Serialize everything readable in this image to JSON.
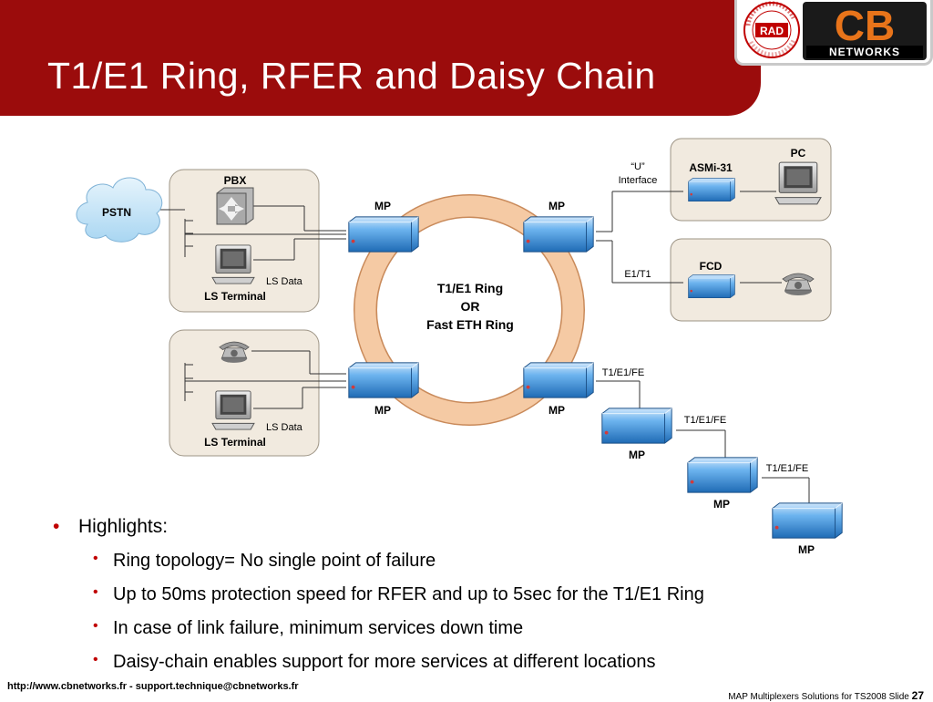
{
  "slide": {
    "title": "T1/E1 Ring, RFER and Daisy Chain",
    "number": "27",
    "slide_label": "Slide",
    "footer_left": "http://www.cbnetworks.fr - support.technique@cbnetworks.fr",
    "footer_right": "MAP Multiplexers Solutions for TS2008"
  },
  "logo": {
    "rad": "RAD",
    "cb": "CB",
    "networks": "NETWORKS",
    "seal_text": "Authorized Distributor"
  },
  "diagram": {
    "pstn": "PSTN",
    "pbx": "PBX",
    "ls_data_1": "LS Data",
    "ls_terminal_1": "LS Terminal",
    "ls_data_2": "LS Data",
    "ls_terminal_2": "LS Terminal",
    "mp_top_left": "MP",
    "mp_top_right": "MP",
    "mp_bottom_left": "MP",
    "mp_bottom_right": "MP",
    "ring_line1": "T1/E1 Ring",
    "ring_line2": "OR",
    "ring_line3": "Fast ETH Ring",
    "u_interface_line1": "“U”",
    "u_interface_line2": "Interface",
    "asmi": "ASMi-31",
    "pc": "PC",
    "fcd": "FCD",
    "e1t1": "E1/T1",
    "link1": "T1/E1/FE",
    "link2": "T1/E1/FE",
    "link3": "T1/E1/FE",
    "mp_chain1": "MP",
    "mp_chain2": "MP",
    "mp_chain3": "MP"
  },
  "highlights": {
    "title": "Highlights:",
    "items": [
      "Ring topology= No single point of failure",
      "Up to 50ms protection speed for RFER and up to 5sec for the T1/E1 Ring",
      "In case of link failure, minimum services down time",
      "Daisy-chain enables support for more services at different locations"
    ]
  },
  "colors": {
    "header": "#9b0c0c",
    "bullet": "#c00000",
    "ring": "#f2b98a",
    "device_blue": "#3c8fd4",
    "panel": "#f1eadf"
  }
}
